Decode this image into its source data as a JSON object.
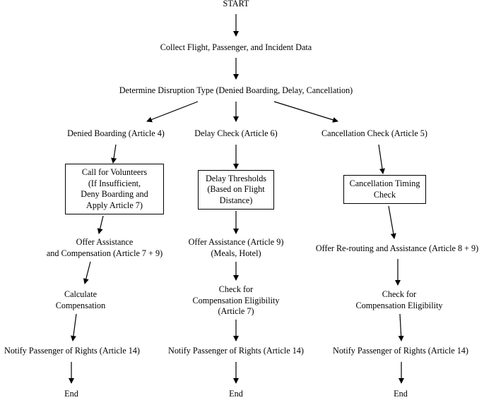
{
  "nodes": {
    "start": "START",
    "collect": "Collect Flight, Passenger, and Incident Data",
    "determine": "Determine Disruption Type (Denied Boarding, Delay, Cancellation)",
    "denied": "Denied Boarding (Article 4)",
    "delay": "Delay Check (Article 6)",
    "cancel": "Cancellation Check (Article 5)",
    "volunteers": [
      "Call for Volunteers",
      "(If Insufficient,",
      "Deny Boarding and",
      "Apply Article 7)"
    ],
    "thresholds": [
      "Delay Thresholds",
      "(Based on Flight",
      "Distance)"
    ],
    "timing": [
      "Cancellation Timing",
      "Check"
    ],
    "offer_left": [
      "Offer Assistance",
      "and Compensation (Article 7 + 9)"
    ],
    "offer_mid": [
      "Offer Assistance (Article 9)",
      "(Meals, Hotel)"
    ],
    "offer_right": "Offer Re-routing and Assistance (Article 8 + 9)",
    "calc": [
      "Calculate",
      "Compensation"
    ],
    "check_mid": [
      "Check for",
      "Compensation Eligibility",
      "(Article 7)"
    ],
    "check_right": [
      "Check for",
      "Compensation Eligibility"
    ],
    "notify_left": "Notify Passenger of Rights (Article 14)",
    "notify_mid": "Notify Passenger of Rights (Article 14)",
    "notify_right": "Notify Passenger of Rights (Article 14)",
    "end_left": "End",
    "end_mid": "End",
    "end_right": "End"
  }
}
